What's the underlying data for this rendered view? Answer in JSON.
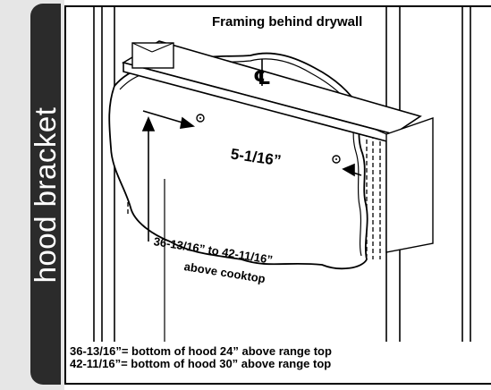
{
  "side_tab": {
    "label": "hood bracket"
  },
  "diagram": {
    "heading": "Framing behind drywall",
    "centerline_symbol": "℄",
    "horizontal_dimension": "5-1/16”",
    "vertical_range_line1": "36-13/16” to 42-11/16”",
    "vertical_range_line2": "above cooktop"
  },
  "notes": [
    "36-13/16”= bottom of hood 24” above range top",
    "42-11/16”= bottom of hood 30” above range top"
  ]
}
